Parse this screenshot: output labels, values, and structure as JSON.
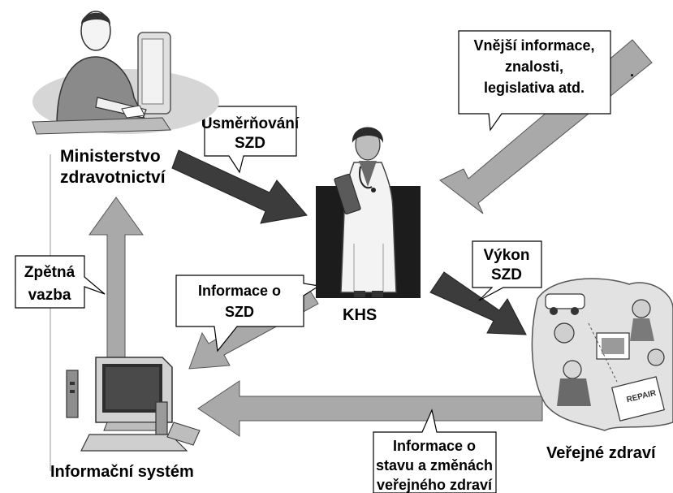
{
  "nodes": {
    "ministry": {
      "line1": "Ministerstvo",
      "line2": "zdravotnictví"
    },
    "khs": {
      "label": "KHS"
    },
    "public_health": {
      "label": "Veřejné zdraví"
    },
    "info_system": {
      "label": "Informační systém"
    }
  },
  "callouts": {
    "external": {
      "line1": "Vnější informace,",
      "line2": "znalosti,",
      "line3": "legislativa atd.",
      "trailing": "."
    },
    "direction": {
      "line1": "Usměrňování",
      "line2": "SZD"
    },
    "feedback": {
      "line1": "Zpětná",
      "line2": "vazba"
    },
    "info_szd": {
      "line1": "Informace o",
      "line2": "SZD"
    },
    "performance": {
      "line1": "Výkon",
      "line2": "SZD"
    },
    "status_info": {
      "line1": "Informace o",
      "line2": "stavu a změnách",
      "line3": "veřejného zdraví"
    }
  },
  "colors": {
    "arrow_dark": "#3c3c3c",
    "arrow_light": "#a9a9a9",
    "arrow_outline": "#555555",
    "callout_fill": "#ffffff",
    "callout_stroke": "#000000",
    "khs_box": "#1c1c1c"
  },
  "icons": {
    "ministry": "office-worker-at-computer-clipart",
    "khs": "doctor-with-clipboard-clipart",
    "public_health": "public-health-scenes-clipart",
    "info_system": "desktop-computer-clipart"
  }
}
